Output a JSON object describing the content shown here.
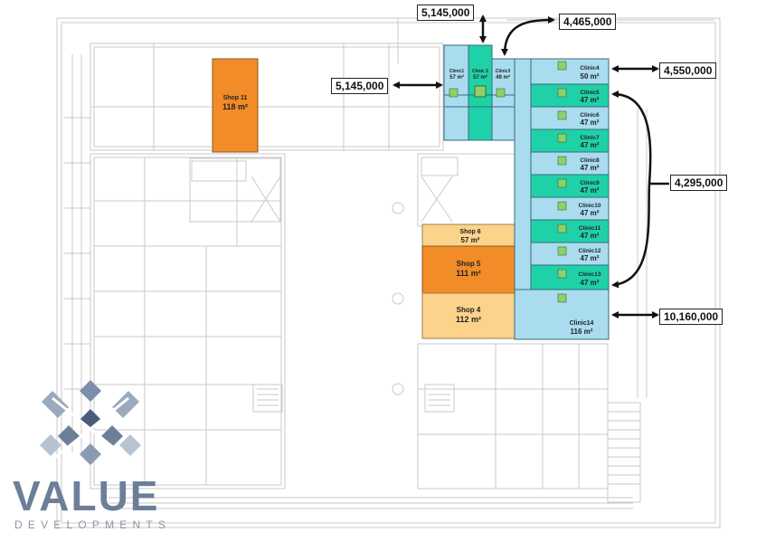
{
  "units": {
    "shop11": {
      "name": "Shop 11",
      "area": "118 m²"
    },
    "shop6": {
      "name": "Shop 6",
      "area": "57 m²"
    },
    "shop5": {
      "name": "Shop 5",
      "area": "111 m²"
    },
    "shop4": {
      "name": "Shop 4",
      "area": "112 m²"
    },
    "clinic1": {
      "name": "Clinic1",
      "area": "57 m²"
    },
    "clinic2": {
      "name": "Clinic 2",
      "area": "57 m²"
    },
    "clinic3": {
      "name": "Clinic3",
      "area": "49 m²"
    },
    "clinic4": {
      "name": "Clinic4",
      "area": "50 m²"
    },
    "clinic5": {
      "name": "Clinic5",
      "area": "47 m²"
    },
    "clinic6": {
      "name": "Clinic6",
      "area": "47 m²"
    },
    "clinic7": {
      "name": "Clinic7",
      "area": "47 m²"
    },
    "clinic8": {
      "name": "Clinic8",
      "area": "47 m²"
    },
    "clinic9": {
      "name": "Clinic9",
      "area": "47 m²"
    },
    "clinic10": {
      "name": "Clinic10",
      "area": "47 m²"
    },
    "clinic11": {
      "name": "Clinic11",
      "area": "47 m²"
    },
    "clinic12": {
      "name": "Clinic12",
      "area": "47 m²"
    },
    "clinic13": {
      "name": "Clinic13",
      "area": "47 m²"
    },
    "clinic14": {
      "name": "Clinic14",
      "area": "116 m²"
    }
  },
  "prices": {
    "clinic2_top": "5,145,000",
    "clinic1_left": "5,145,000",
    "clinic3_top": "4,465,000",
    "clinic4": "4,550,000",
    "clinics_5_to_13": "4,295,000",
    "clinic14": "10,160,000"
  },
  "logo": {
    "word": "VALUE",
    "sub": "DEVELOPMENTS"
  },
  "colors": {
    "shop_dark": "#f28c28",
    "shop_light": "#fbd38a",
    "clinic_green": "#1fd1a8",
    "clinic_blue": "#a9dcef",
    "wall": "#c9c9c9",
    "logo": "#6d7f98"
  }
}
